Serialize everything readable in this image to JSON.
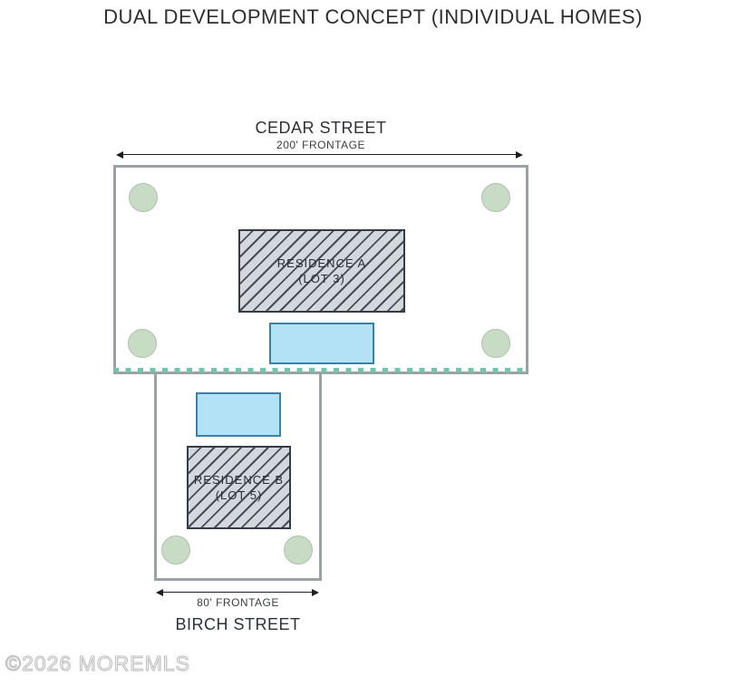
{
  "title": "DUAL DEVELOPMENT CONCEPT (INDIVIDUAL HOMES)",
  "streets": {
    "cedar": {
      "name": "CEDAR STREET",
      "frontage": "200' FRONTAGE"
    },
    "birch": {
      "name": "BIRCH STREET",
      "frontage": "80' FRONTAGE"
    }
  },
  "residences": {
    "a": {
      "line1": "RESIDENCE A",
      "line2": "(LOT 3)"
    },
    "b": {
      "line1": "RESIDENCE B",
      "line2": "(LOT 5)"
    }
  },
  "watermark": "©2026 MOREMLS",
  "colors": {
    "lot_border": "#9ba1a5",
    "building_border": "#363c45",
    "building_fill": "#d4d7db",
    "hatch_line": "#474d56",
    "driveway_fill": "#b3e1f5",
    "driveway_border": "#3b81a6",
    "tree_fill": "#c8dcc5",
    "tree_border": "#aec3ab",
    "boundary_dash": "#71c5a9",
    "text": "#2e2e2e"
  }
}
